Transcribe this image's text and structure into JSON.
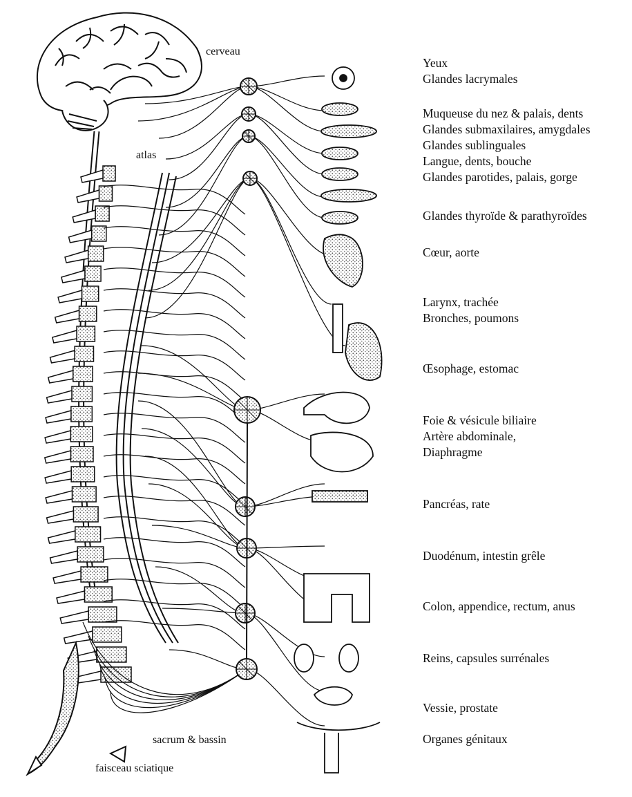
{
  "anatomy_labels": {
    "brain": "cerveau",
    "atlas": "atlas",
    "sacrum": "sacrum & bassin",
    "sciatic": "faisceau sciatique"
  },
  "organs": [
    [
      "Yeux",
      "Glandes lacrymales"
    ],
    [
      "Muqueuse du nez & palais, dents",
      "Glandes submaxilaires, amygdales",
      "Glandes sublinguales",
      "Langue, dents, bouche",
      "Glandes parotides, palais, gorge"
    ],
    [
      "Glandes thyroïde & parathyroïdes"
    ],
    [
      "Cœur, aorte"
    ],
    [
      "Larynx, trachée",
      "Bronches, poumons"
    ],
    [
      "Œsophage, estomac"
    ],
    [
      "Foie & vésicule biliaire",
      "Artère abdominale,",
      "Diaphragme"
    ],
    [
      "Pancréas, rate"
    ],
    [
      "Duodénum, intestin grêle"
    ],
    [
      "Colon, appendice, rectum, anus"
    ],
    [
      "Reins, capsules surrénales"
    ],
    [
      "Vessie, prostate"
    ],
    [
      "Organes génitaux"
    ]
  ],
  "colors": {
    "ink": "#111111",
    "stipple": "#bdbdbd",
    "background": "#ffffff"
  }
}
